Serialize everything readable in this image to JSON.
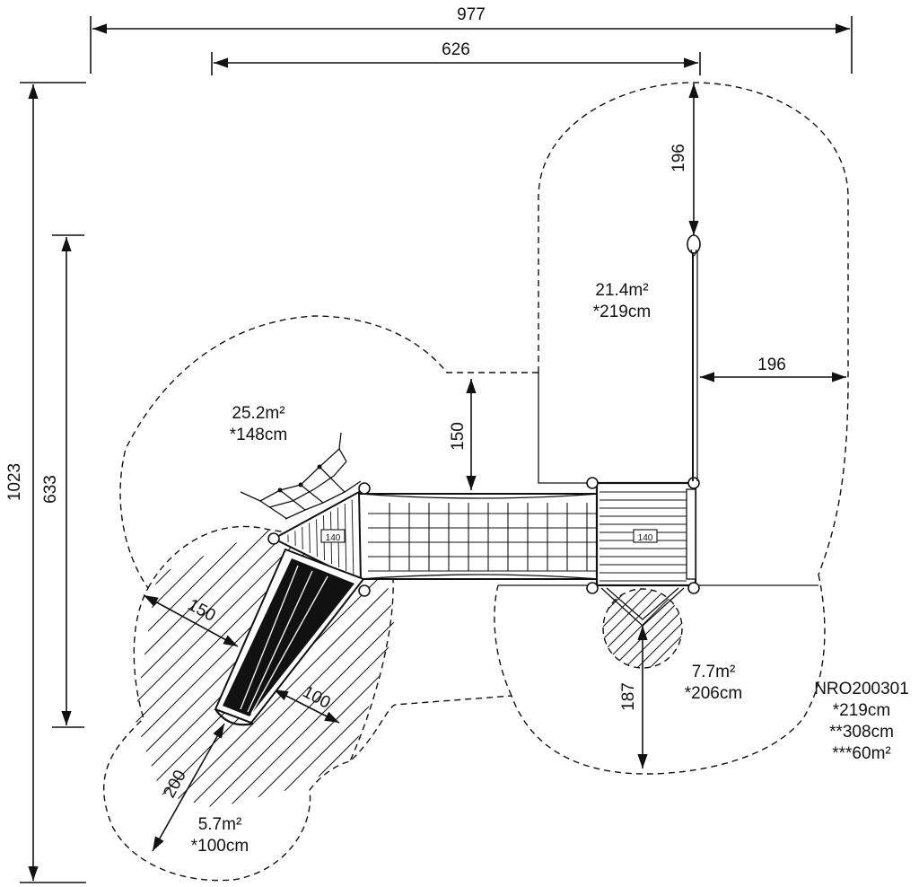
{
  "dimensions": {
    "overall_width": "977",
    "inner_width": "626",
    "overall_height": "1023",
    "inner_height": "633",
    "swing_top": "196",
    "swing_side": "196",
    "bridge_gap": "150",
    "slide_side": "150",
    "slide_width": "100",
    "slide_end": "200",
    "right_bottom": "187"
  },
  "zones": {
    "swing_area": "21.4m²",
    "swing_fall": "*219cm",
    "left_area": "25.2m²",
    "left_fall": "*148cm",
    "slide_area": "5.7m²",
    "slide_fall": "*100cm",
    "right_area": "7.7m²",
    "right_fall": "*206cm"
  },
  "platform_labels": {
    "left_platform": "140",
    "right_platform": "140"
  },
  "product_info": {
    "code": "NRO200301",
    "free_height": "*219cm",
    "total_height": "**308cm",
    "area": "***60m²"
  }
}
